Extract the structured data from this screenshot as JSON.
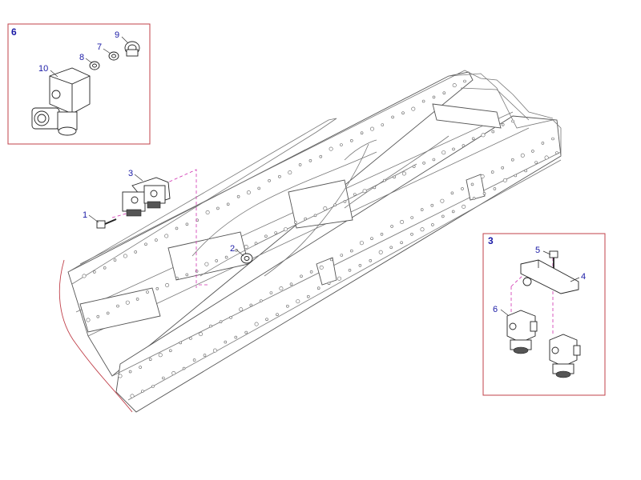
{
  "colors": {
    "detail_border": "#c0404a",
    "label_blue": "#1a1aa6",
    "guide_magenta": "#d030b0",
    "line_dark": "#222222"
  },
  "detail_boxes": {
    "box6_title": "6",
    "box3_title": "3"
  },
  "labels": {
    "n1": "1",
    "n2": "2",
    "n3": "3",
    "n4": "4",
    "n5": "5",
    "n6": "6",
    "n7": "7",
    "n8": "8",
    "n9": "9",
    "n10": "10"
  }
}
